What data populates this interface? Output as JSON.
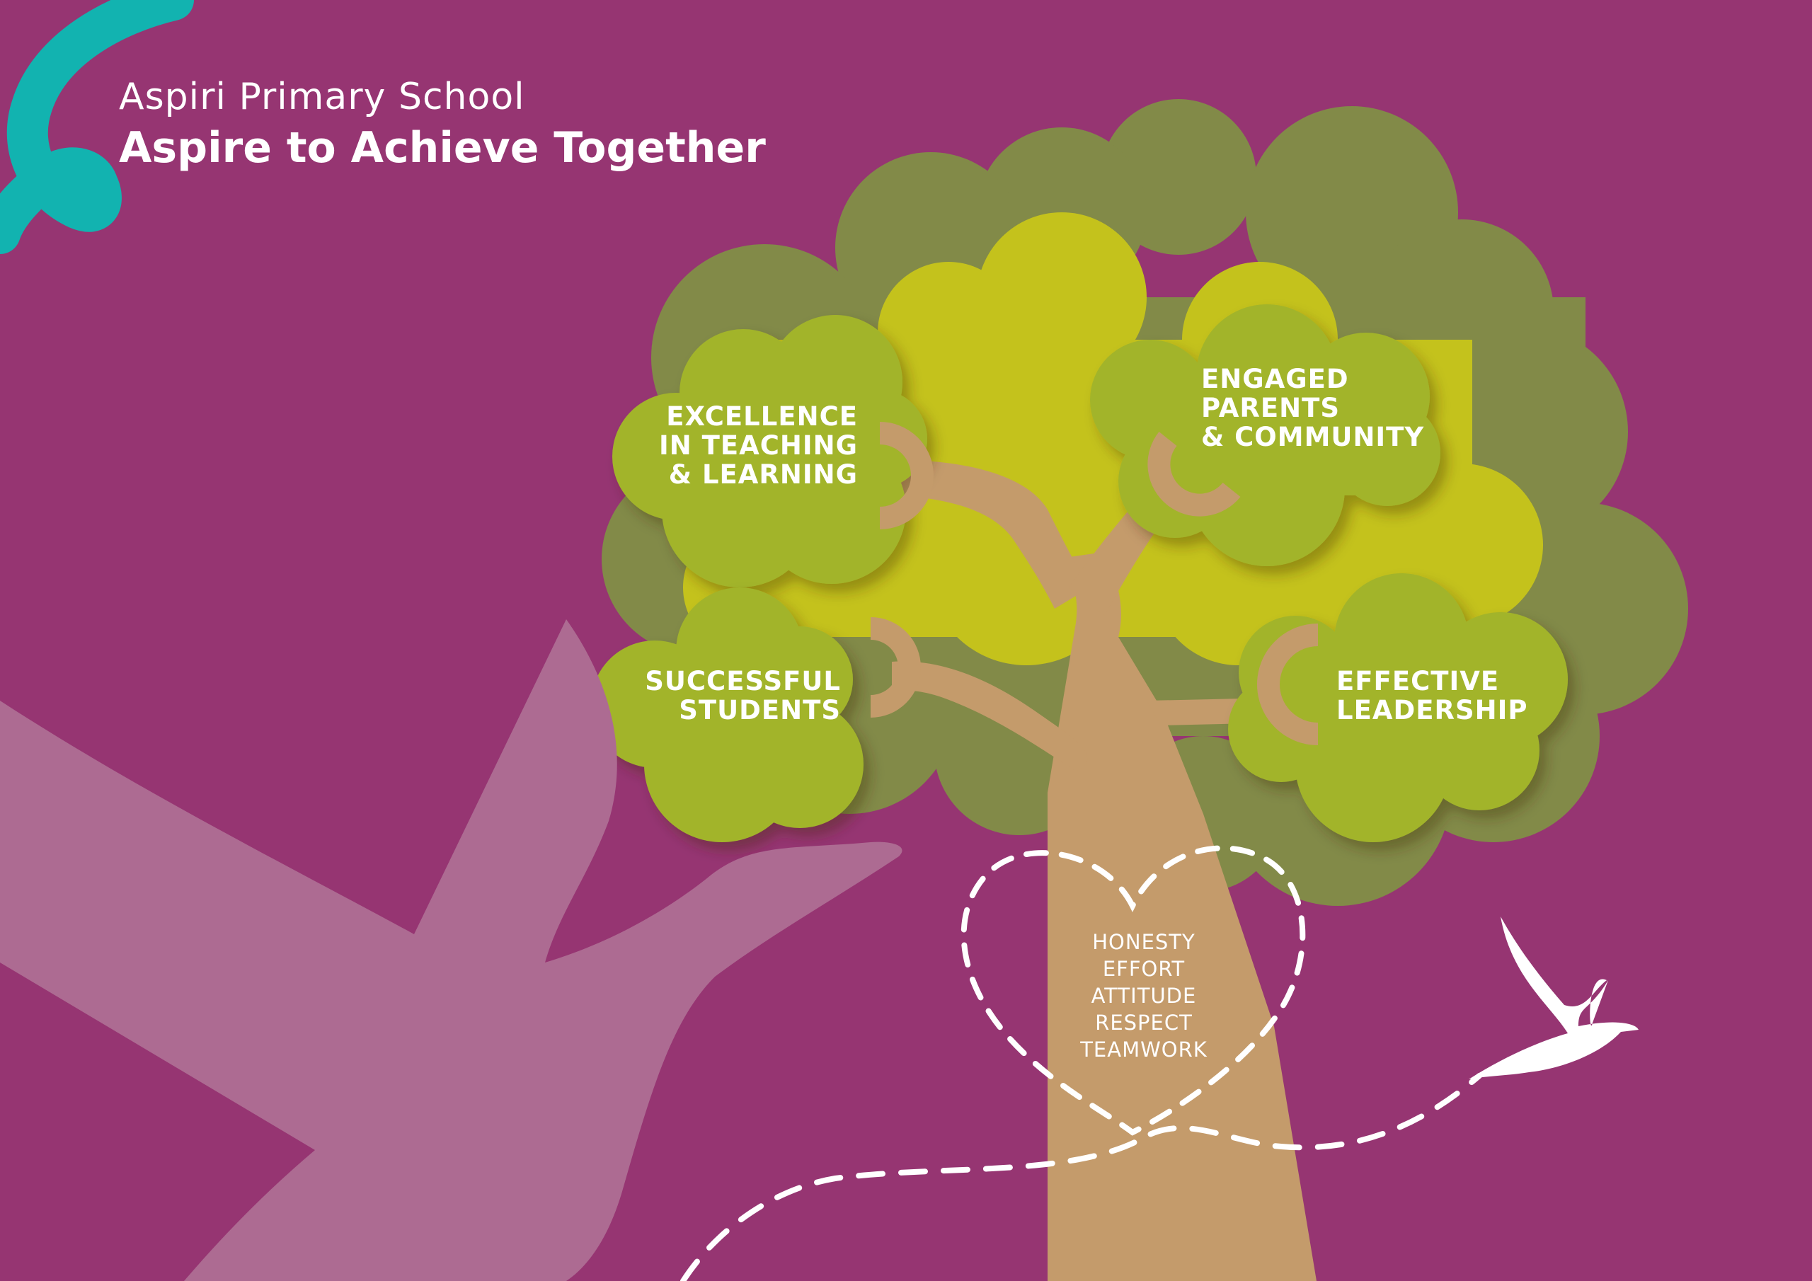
{
  "header": {
    "school_name": "Aspiri Primary School",
    "motto": "Aspire to Achieve Together"
  },
  "branches": [
    {
      "lines": [
        "EXCELLENCE",
        "IN TEACHING",
        "& LEARNING"
      ]
    },
    {
      "lines": [
        "ENGAGED",
        "PARENTS",
        "& COMMUNITY"
      ]
    },
    {
      "lines": [
        "SUCCESSFUL",
        "STUDENTS"
      ]
    },
    {
      "lines": [
        "EFFECTIVE",
        "LEADERSHIP"
      ]
    }
  ],
  "values": [
    "HONESTY",
    "EFFORT",
    "ATTITUDE",
    "RESPECT",
    "TEAMWORK"
  ],
  "colors": {
    "background": "#963572",
    "teal_accent": "#12b3b0",
    "dark_foliage": "#828a48",
    "yellow_foliage": "#c4c21c",
    "leaf_cloud": "#a2b42a",
    "trunk": "#c49b6b",
    "hand_silhouette": "#ad6b92",
    "white": "#ffffff"
  },
  "icons": [
    "tree-illustration",
    "hand-silhouette",
    "bird-icon",
    "heart-dashed-outline",
    "flight-path"
  ]
}
